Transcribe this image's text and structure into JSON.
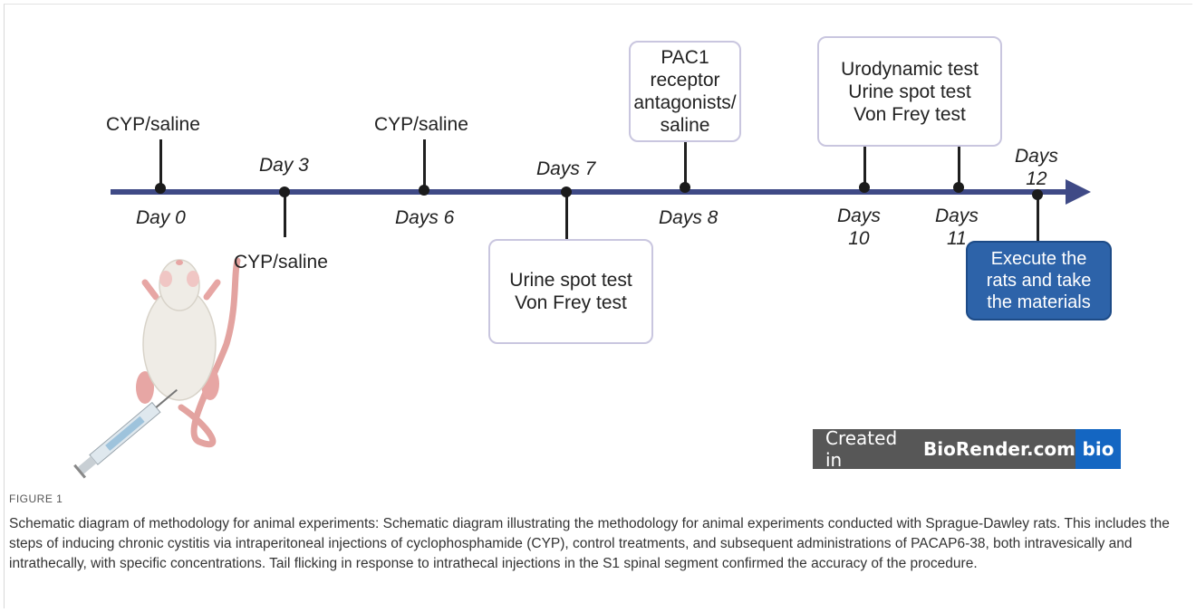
{
  "top_labels": {
    "day0": "CYP/saline",
    "day6": "CYP/saline"
  },
  "bottom_labels": {
    "day3": "CYP/saline"
  },
  "days": {
    "d0": "Day 0",
    "d3": "Day 3",
    "d6": "Days 6",
    "d7": "Days 7",
    "d8": "Days 8",
    "d10": "Days\n10",
    "d11": "Days\n11",
    "d12": "Days\n12"
  },
  "boxes": {
    "pac1": "PAC1 receptor\nantagonists/\nsaline",
    "tests_top": "Urodynamic test\nUrine spot test\nVon Frey test",
    "tests_bottom": "Urine spot test\nVon Frey test",
    "final": "Execute the\nrats and take\nthe materials"
  },
  "badge": {
    "prefix": "Created in",
    "brand": "BioRender.com",
    "logo": "bio"
  },
  "caption": {
    "label": "FIGURE 1",
    "text": "Schematic diagram of methodology for animal experiments: Schematic diagram illustrating the methodology for animal experiments conducted with Sprague-Dawley rats. This includes the steps of inducing chronic cystitis via intraperitoneal injections of cyclophosphamide (CYP), control treatments, and subsequent administrations of PACAP6-38, both intravesically and intrathecally, with specific concentrations. Tail flicking in response to intrathecal injections in the S1 spinal segment confirmed the accuracy of the procedure."
  },
  "colors": {
    "timeline": "#3f4a86",
    "final_box": "#2d63a9",
    "box_border": "#c9c6df"
  },
  "icons": {
    "rat": "rat-with-syringe-illustration"
  }
}
